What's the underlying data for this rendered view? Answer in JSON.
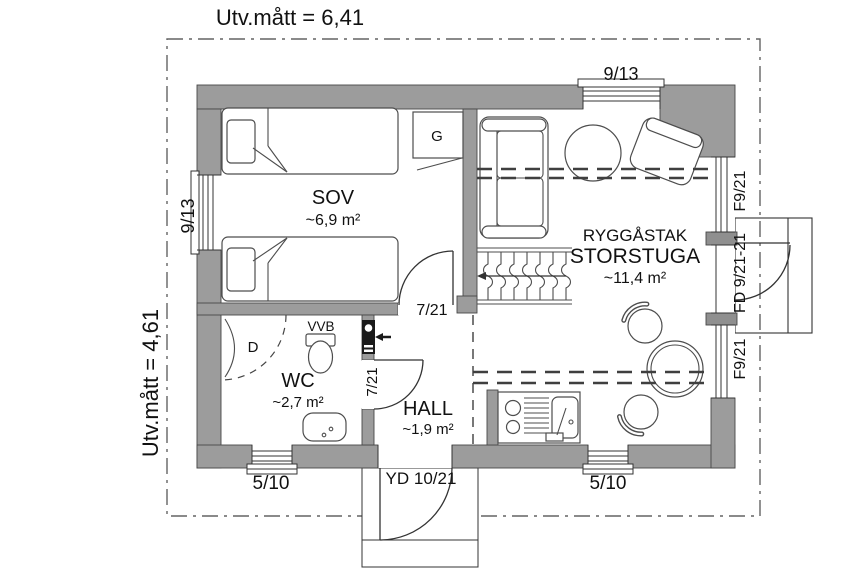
{
  "titles": {
    "top": "Utv.mått = 6,41",
    "left": "Utv.mått = 4,61"
  },
  "rooms": {
    "sov": {
      "name": "SOV",
      "area": "~6,9 m²"
    },
    "storstuga": {
      "ceiling": "RYGGÅSTAK",
      "name": "STORSTUGA",
      "area": "~11,4 m²"
    },
    "wc": {
      "name": "WC",
      "area": "~2,7 m²"
    },
    "hall": {
      "name": "HALL",
      "area": "~1,9 m²"
    }
  },
  "fixtures": {
    "closet": "G",
    "shower": "D",
    "water_heater": "VVB"
  },
  "openings": {
    "window_top": "9/13",
    "window_left": "9/13",
    "window_right_upper": "F9/21",
    "terrace_door": "FD 9/21-21",
    "window_right_lower": "F9/21",
    "window_bottom_left": "5/10",
    "entrance_door": "YD 10/21",
    "window_bottom_right": "5/10",
    "sov_door": "7/21",
    "wc_door": "7/21"
  },
  "colors": {
    "wall": "#9c9c9c",
    "wall_dark": "#8f8f8f",
    "furniture_line": "#4d4d4d",
    "background": "#ffffff"
  }
}
